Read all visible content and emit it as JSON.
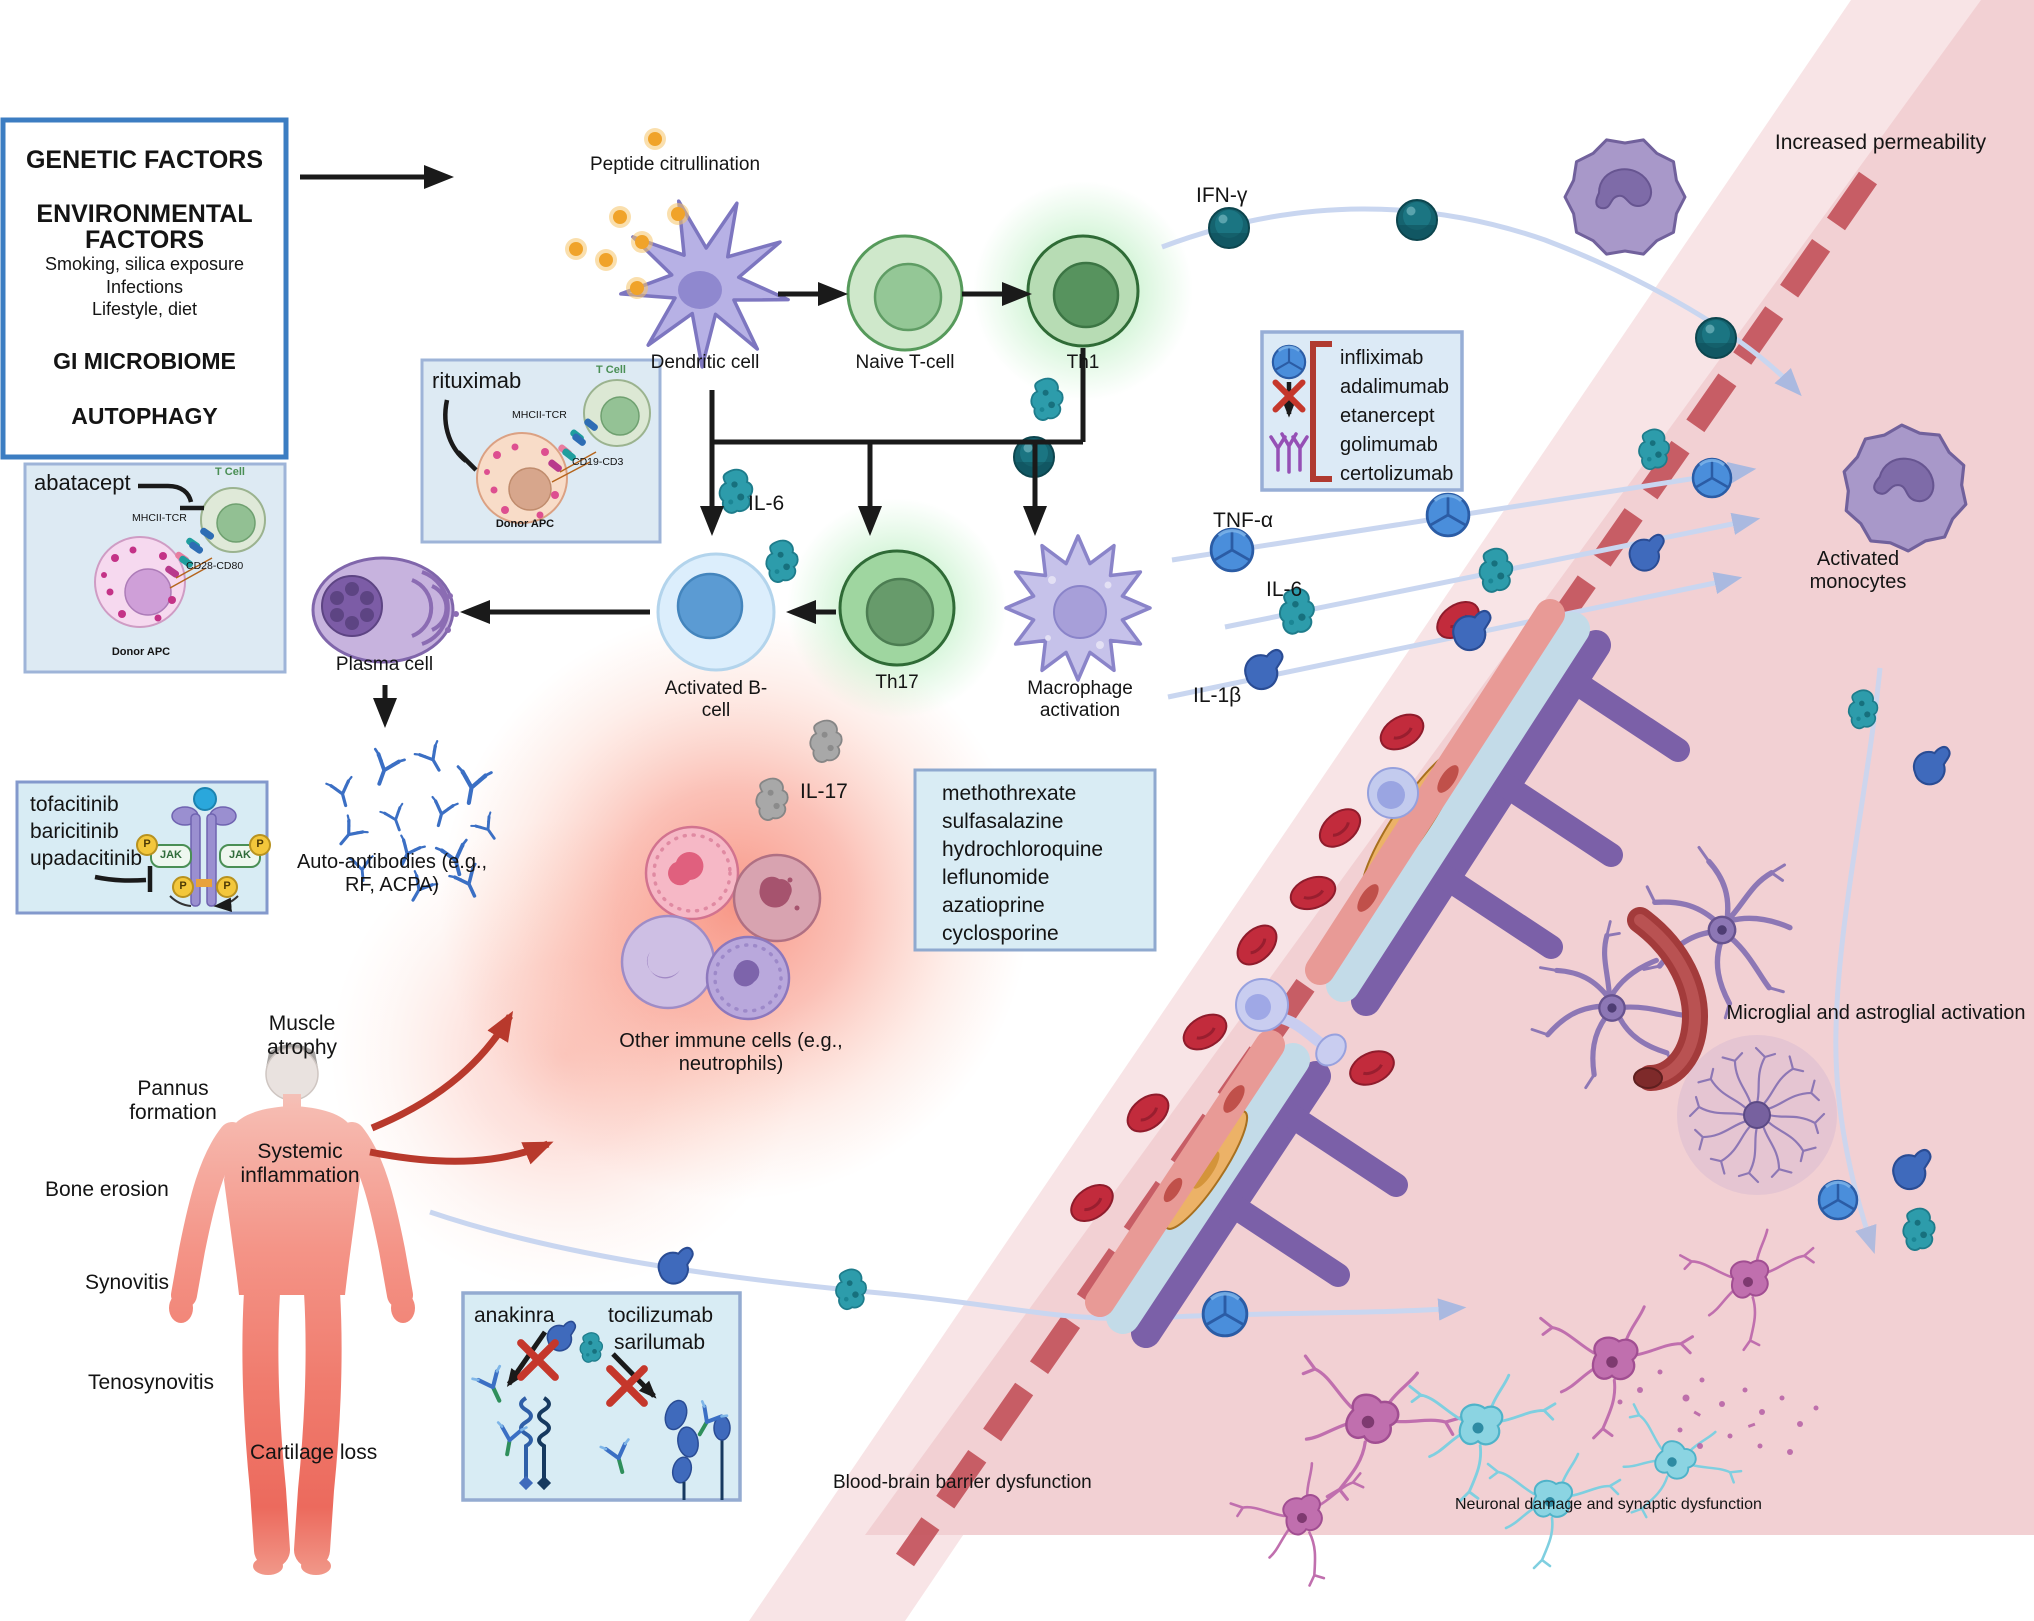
{
  "palette": {
    "box_border_blue": "#3c7dc2",
    "drugbox_fill": "#ddecf5",
    "drugbox_border": "#92aad1",
    "bbb_dash_red": "#c4545c",
    "pink_band": "#f8e4e6",
    "pink_main": "#f2d0d3",
    "red_arrow": "#b8392c",
    "ifn_teal": "#15636f",
    "tnf_blue": "#4a8edb",
    "il6_teal": "#2d9cab",
    "il1b_blue": "#3f6abc",
    "il17_gray": "#a3a3a3",
    "th_green": "#57935e",
    "glow_green": "#7ce48a",
    "glow_red": "#f25a46",
    "cell_purple": "#b7b1e5",
    "monocyte_purple": "#a898c9",
    "antibody_blue": "#3b6fc4"
  },
  "factors_box": {
    "title1": "GENETIC FACTORS",
    "title2": "ENVIRONMENTAL FACTORS",
    "sub1": "Smoking, silica exposure",
    "sub2": "Infections",
    "sub3": "Lifestyle, diet",
    "mid": "GI MICROBIOME",
    "bottom": "AUTOPHAGY"
  },
  "labels": {
    "peptide_citrullination": "Peptide citrullination",
    "dendritic_cell": "Dendritic cell",
    "naive_tcell": "Naive T-cell",
    "th1": "Th1",
    "ifn_gamma": "IFN-γ",
    "increased_permeability": "Increased permeability",
    "il6_upper": "IL-6",
    "activated_bcell": "Activated B-cell",
    "th17": "Th17",
    "macrophage_activation": "Macrophage activation",
    "plasma_cell": "Plasma cell",
    "auto_antibodies": "Auto-antibodies (e.g., RF, ACPA)",
    "il17": "IL-17",
    "tnf_alpha": "TNF-α",
    "il6_mid": "IL-6",
    "il1_beta": "IL-1β",
    "activated_monocytes": "Activated monocytes",
    "other_immune_cells": "Other immune cells (e.g., neutrophils)",
    "microglial": "Microglial and astroglial activation",
    "bbb_dysfunction": "Blood-brain barrier dysfunction",
    "neuronal_damage": "Neuronal damage and synaptic dysfunction",
    "muscle_atrophy": "Muscle atrophy",
    "pannus_formation": "Pannus formation",
    "bone_erosion": "Bone erosion",
    "synovitis": "Synovitis",
    "tenosynovitis": "Tenosynovitis",
    "cartilage_loss": "Cartilage loss",
    "systemic_inflammation": "Systemic inflammation"
  },
  "boxes": {
    "rituximab": {
      "drug": "rituximab",
      "t_cell": "T Cell",
      "receptor_top": "MHCII-TCR",
      "receptor_bottom": "CD19-CD3",
      "apc": "Donor APC"
    },
    "abatacept": {
      "drug": "abatacept",
      "t_cell": "T Cell",
      "receptor_top": "MHCII-TCR",
      "receptor_bottom": "CD28-CD80",
      "apc": "Donor APC"
    },
    "jak": {
      "drug1": "tofacitinib",
      "drug2": "baricitinib",
      "drug3": "upadacitinib",
      "jak": "JAK",
      "p": "P"
    },
    "tnf": {
      "drug1": "infliximab",
      "drug2": "adalimumab",
      "drug3": "etanercept",
      "drug4": "golimumab",
      "drug5": "certolizumab"
    },
    "dmards": {
      "drug1": "methothrexate",
      "drug2": "sulfasalazine",
      "drug3": "hydrochloroquine",
      "drug4": "leflunomide",
      "drug5": "azatioprine",
      "drug6": "cyclosporine"
    },
    "il": {
      "drug1": "anakinra",
      "drug2": "tocilizumab",
      "drug3": "sarilumab"
    }
  }
}
